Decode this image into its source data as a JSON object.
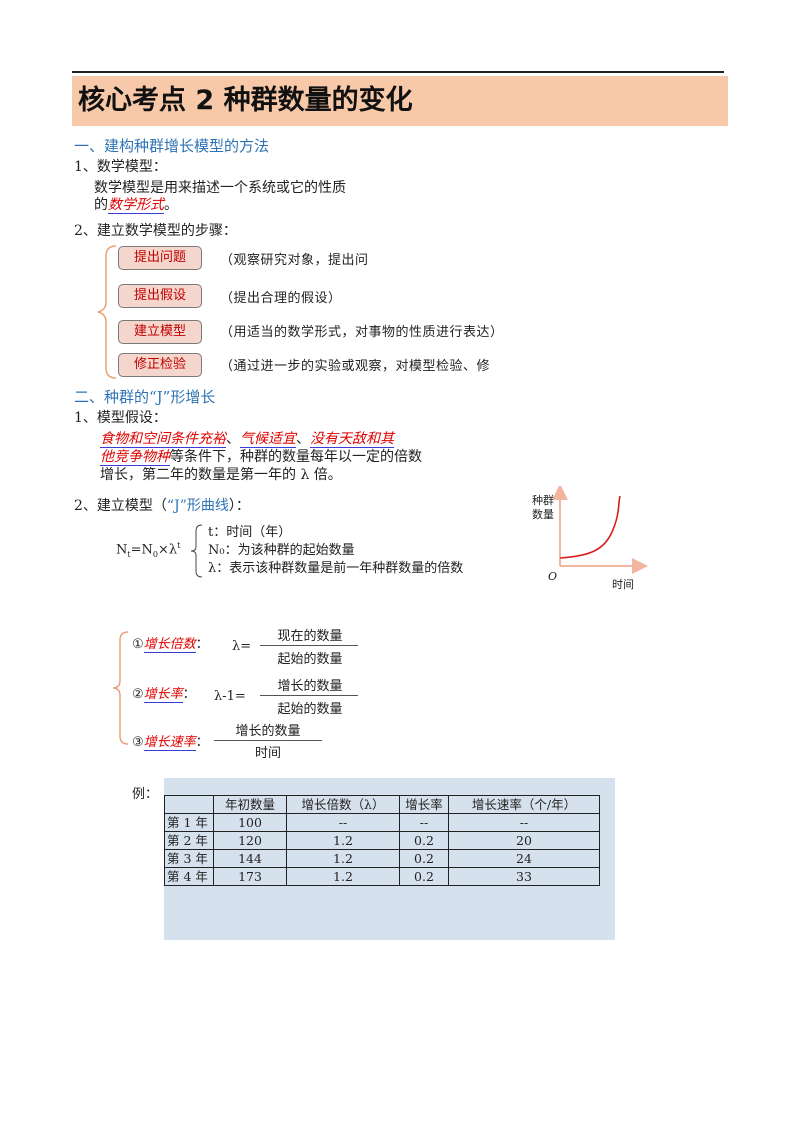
{
  "title": "核心考点 2 种群数量的变化",
  "section1": {
    "heading": "一、建构种群增长模型的方法",
    "item1": "1、数学模型：",
    "def_line1": "数学模型是用来描述一个系统或它的性质",
    "def_line2_prefix": "的",
    "def_highlight": "数学形式",
    "def_line2_suffix": "。",
    "item2": "2、建立数学模型的步骤：",
    "steps": [
      {
        "label": "提出问题",
        "desc": "（观察研究对象，提出问"
      },
      {
        "label": "提出假设",
        "desc": "（提出合理的假设）"
      },
      {
        "label": "建立模型",
        "desc": "（用适当的数学形式，对事物的性质进行表达）"
      },
      {
        "label": "修正检验",
        "desc": "（通过进一步的实验或观察，对模型检验、修"
      }
    ]
  },
  "section2": {
    "heading": "二、种群的“J”形增长",
    "item1": "1、模型假设：",
    "cond1": "食物和空间条件充裕",
    "sep1": "、",
    "cond2": "气候适宜",
    "sep2": "、",
    "cond3a": "没有天敌和其",
    "cond3b": "他竞争物种",
    "assume_rest1": "等条件下，种群的数量每年以一定的倍数",
    "assume_rest2": "增长，第二年的数量是第一年的 λ 倍。",
    "item2_prefix": "2、建立模型（",
    "item2_highlight": "“J”形曲线",
    "item2_suffix": "）：",
    "formula": "Nt=N0×λt",
    "formula_parts": {
      "n1": "N",
      "s1": "t",
      "eq": "=N",
      "s2": "0",
      "mul": "×λ",
      "s3": "t"
    },
    "vars": [
      "t：时间（年）",
      "N₀：为该种群的起始数量",
      "λ：表示该种群数量是前一年种群数量的倍数"
    ],
    "graph": {
      "ylabel_line1": "种群",
      "ylabel_line2": "数量",
      "xlabel": "时间",
      "origin": "O"
    }
  },
  "rates": {
    "r1_prefix": "①",
    "r1_label": "增长倍数",
    "r1_colon": "：",
    "r1_formula": "λ=",
    "r1_num": "现在的数量",
    "r1_den": "起始的数量",
    "r2_prefix": "②",
    "r2_label": "增长率",
    "r2_colon": "：",
    "r2_formula": "λ-1=",
    "r2_num": "增长的数量",
    "r2_den": "起始的数量",
    "r3_prefix": "③",
    "r3_label": "增长速率",
    "r3_colon": "：",
    "r3_num": "增长的数量",
    "r3_den": "时间"
  },
  "example": {
    "label": "例：",
    "headers": [
      "",
      "年初数量",
      "增长倍数（λ）",
      "增长率",
      "增长速率（个/年）"
    ],
    "rows": [
      [
        "第 1 年",
        "100",
        "--",
        "--",
        "--"
      ],
      [
        "第 2 年",
        "120",
        "1.2",
        "0.2",
        "20"
      ],
      [
        "第 3 年",
        "144",
        "1.2",
        "0.2",
        "24"
      ],
      [
        "第 4 年",
        "173",
        "1.2",
        "0.2",
        "33"
      ]
    ]
  },
  "colors": {
    "section": "#2e74b5",
    "highlight": "#e00000",
    "title_bg": "#f8c9a8",
    "step_bg": "#f5d6cd",
    "table_bg": "#d6e1ee"
  }
}
